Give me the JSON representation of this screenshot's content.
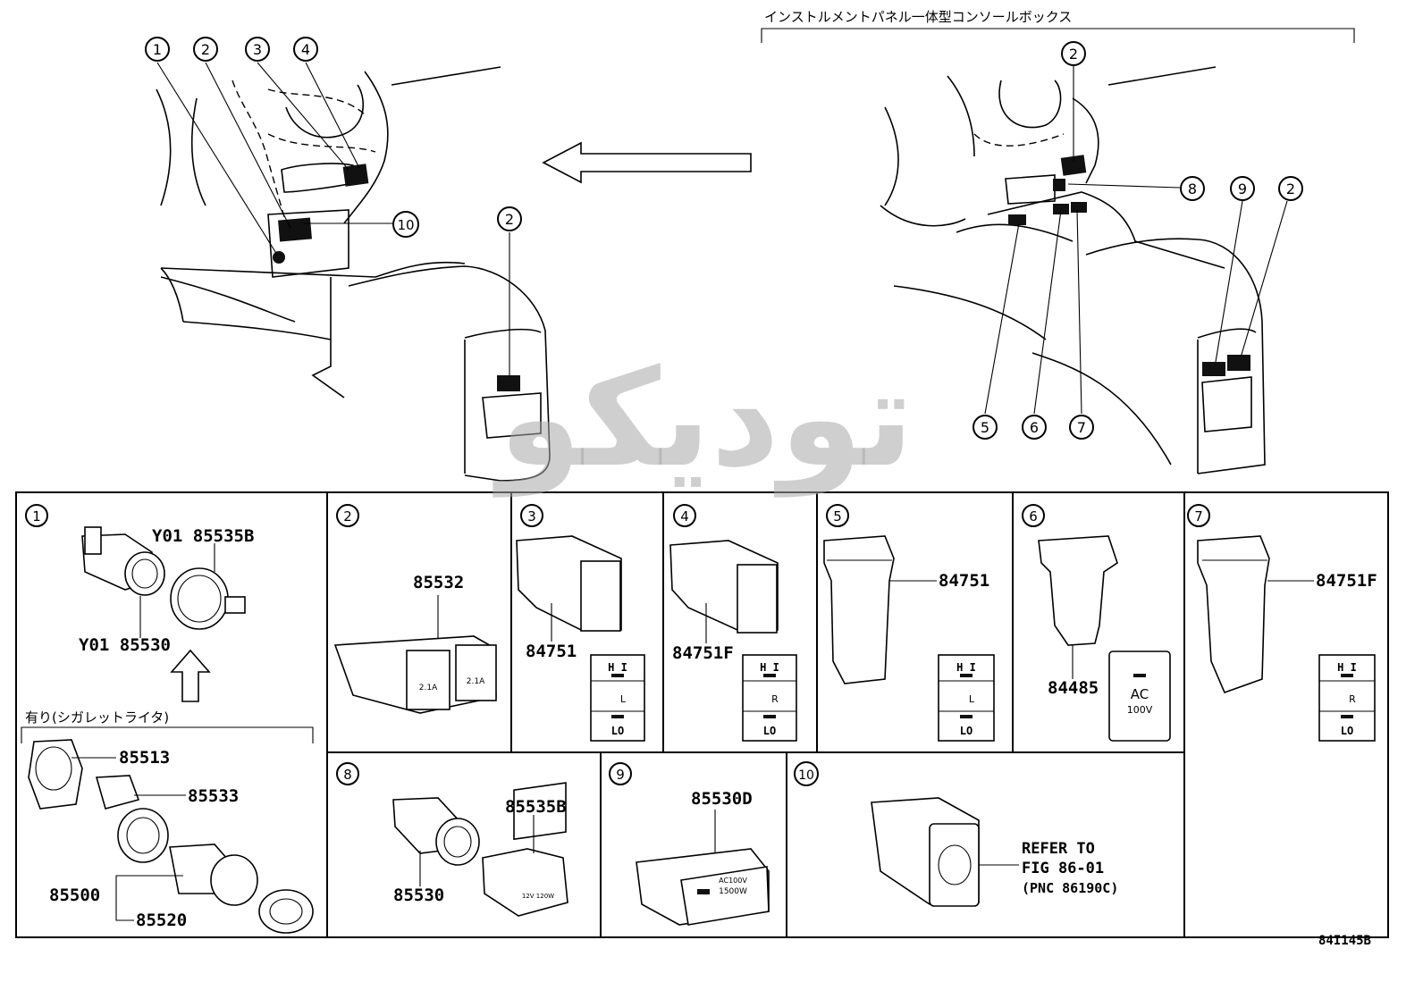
{
  "top_right_title": "インストルメントパネル一体型コンソールボックス",
  "callouts": [
    "1",
    "2",
    "3",
    "4",
    "5",
    "6",
    "7",
    "8",
    "9",
    "10"
  ],
  "watermark_text": "تودیکو",
  "panels": {
    "p1": {
      "num": "1",
      "parts": [
        "Y01 85535B",
        "Y01 85530"
      ],
      "note": "有り(シガレットライタ)",
      "sub_parts": [
        "85513",
        "85533",
        "85500",
        "85520"
      ]
    },
    "p2": {
      "num": "2",
      "parts": [
        "85532"
      ],
      "socket_labels": [
        "2.1A",
        "2.1A"
      ]
    },
    "p3": {
      "num": "3",
      "parts": [
        "84751"
      ],
      "switch": [
        "H I",
        "L",
        "LO"
      ]
    },
    "p4": {
      "num": "4",
      "parts": [
        "84751F"
      ],
      "switch": [
        "H I",
        "R",
        "LO"
      ]
    },
    "p5": {
      "num": "5",
      "parts": [
        "84751"
      ],
      "switch": [
        "H I",
        "L",
        "LO"
      ]
    },
    "p6": {
      "num": "6",
      "parts": [
        "84485"
      ],
      "ac": [
        "AC",
        "100V"
      ]
    },
    "p7": {
      "num": "7",
      "parts": [
        "84751F"
      ],
      "switch": [
        "H I",
        "R",
        "LO"
      ]
    },
    "p8": {
      "num": "8",
      "parts": [
        "85535B",
        "85530"
      ],
      "cap_label": "12V 120W"
    },
    "p9": {
      "num": "9",
      "parts": [
        "85530D"
      ],
      "outlet_label": [
        "AC100V",
        "1500W"
      ]
    },
    "p10": {
      "num": "10",
      "refer": [
        "REFER TO",
        "FIG 86-01",
        "(PNC 86190C)"
      ]
    }
  },
  "figure_code": "84I145B"
}
